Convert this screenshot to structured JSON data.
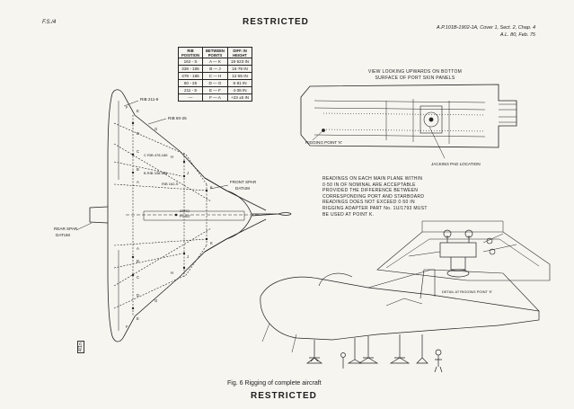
{
  "header": {
    "page_code": "F.S./4",
    "restriction": "RESTRICTED",
    "reference_lines": [
      "A.P.101B-1902-1A, Cover 1, Sect. 2, Chap. 4",
      "A.L. 80, Feb. 75"
    ]
  },
  "rib_table": {
    "headers": [
      [
        "RIB",
        "POSITION"
      ],
      [
        "BETWEEN",
        "POINTS"
      ],
      [
        "DIFF. IN",
        "HEIGHT"
      ]
    ],
    "rows": [
      [
        "162 - S",
        "A — K",
        "19·523 IN"
      ],
      [
        "338 - 186",
        "B — J",
        "16·79 IN"
      ],
      [
        "478 - 186",
        "C — H",
        "12·55 IN"
      ],
      [
        "60 - 25",
        "D — G",
        "6·81 IN"
      ],
      [
        "211 - 9",
        "E — F",
        "4·08 IN"
      ],
      [
        "—",
        "F — A",
        "+23 ±5 IN"
      ]
    ]
  },
  "planform": {
    "labels": {
      "rib_211_9": "RIB 211-9",
      "rib_60_25": "RIB 60-25",
      "rib_478_186": "C  RIB 478-186",
      "rib_338_186": "B  RIB 338-186",
      "rib_162_s": "RIB 162-S",
      "front_spar": [
        "FRONT SPAR",
        "DATUM"
      ],
      "rear_spar": [
        "REAR SPAR",
        "DATUM"
      ],
      "zero_point": [
        "ZERO",
        "POINT"
      ]
    },
    "letters": [
      "E",
      "D",
      "C",
      "B",
      "A",
      "K",
      "J",
      "H",
      "G",
      "F",
      "A",
      "B",
      "C",
      "D",
      "E",
      "F",
      "G",
      "H",
      "J",
      "K"
    ]
  },
  "view_panel": {
    "title": [
      "VIEW LOOKING UPWARDS ON BOTTOM",
      "SURFACE OF PORT SKIN PANELS"
    ],
    "rigging_point": "RIGGING POINT 'K'",
    "jacking_pad": "JACKING PAD LOCATION"
  },
  "note": [
    "READINGS ON EACH MAIN PLANE WITHIN",
    "0·50 IN OF NOMINAL ARE ACCEPTABLE",
    "PROVIDED THE DIFFERENCE BETWEEN",
    "CORRESPONDING PORT AND STARBOARD",
    "READINGS DOES NOT EXCEED 0·50 IN",
    "RIGGING ADAPTER PART No. 1U/1793 MUST",
    "BE USED AT POINT K."
  ],
  "detail_label": "DETAIL AT RIGGING POINT 'K'",
  "caption": "Fig. 6 Rigging of complete aircraft",
  "side_code": "4/1n"
}
